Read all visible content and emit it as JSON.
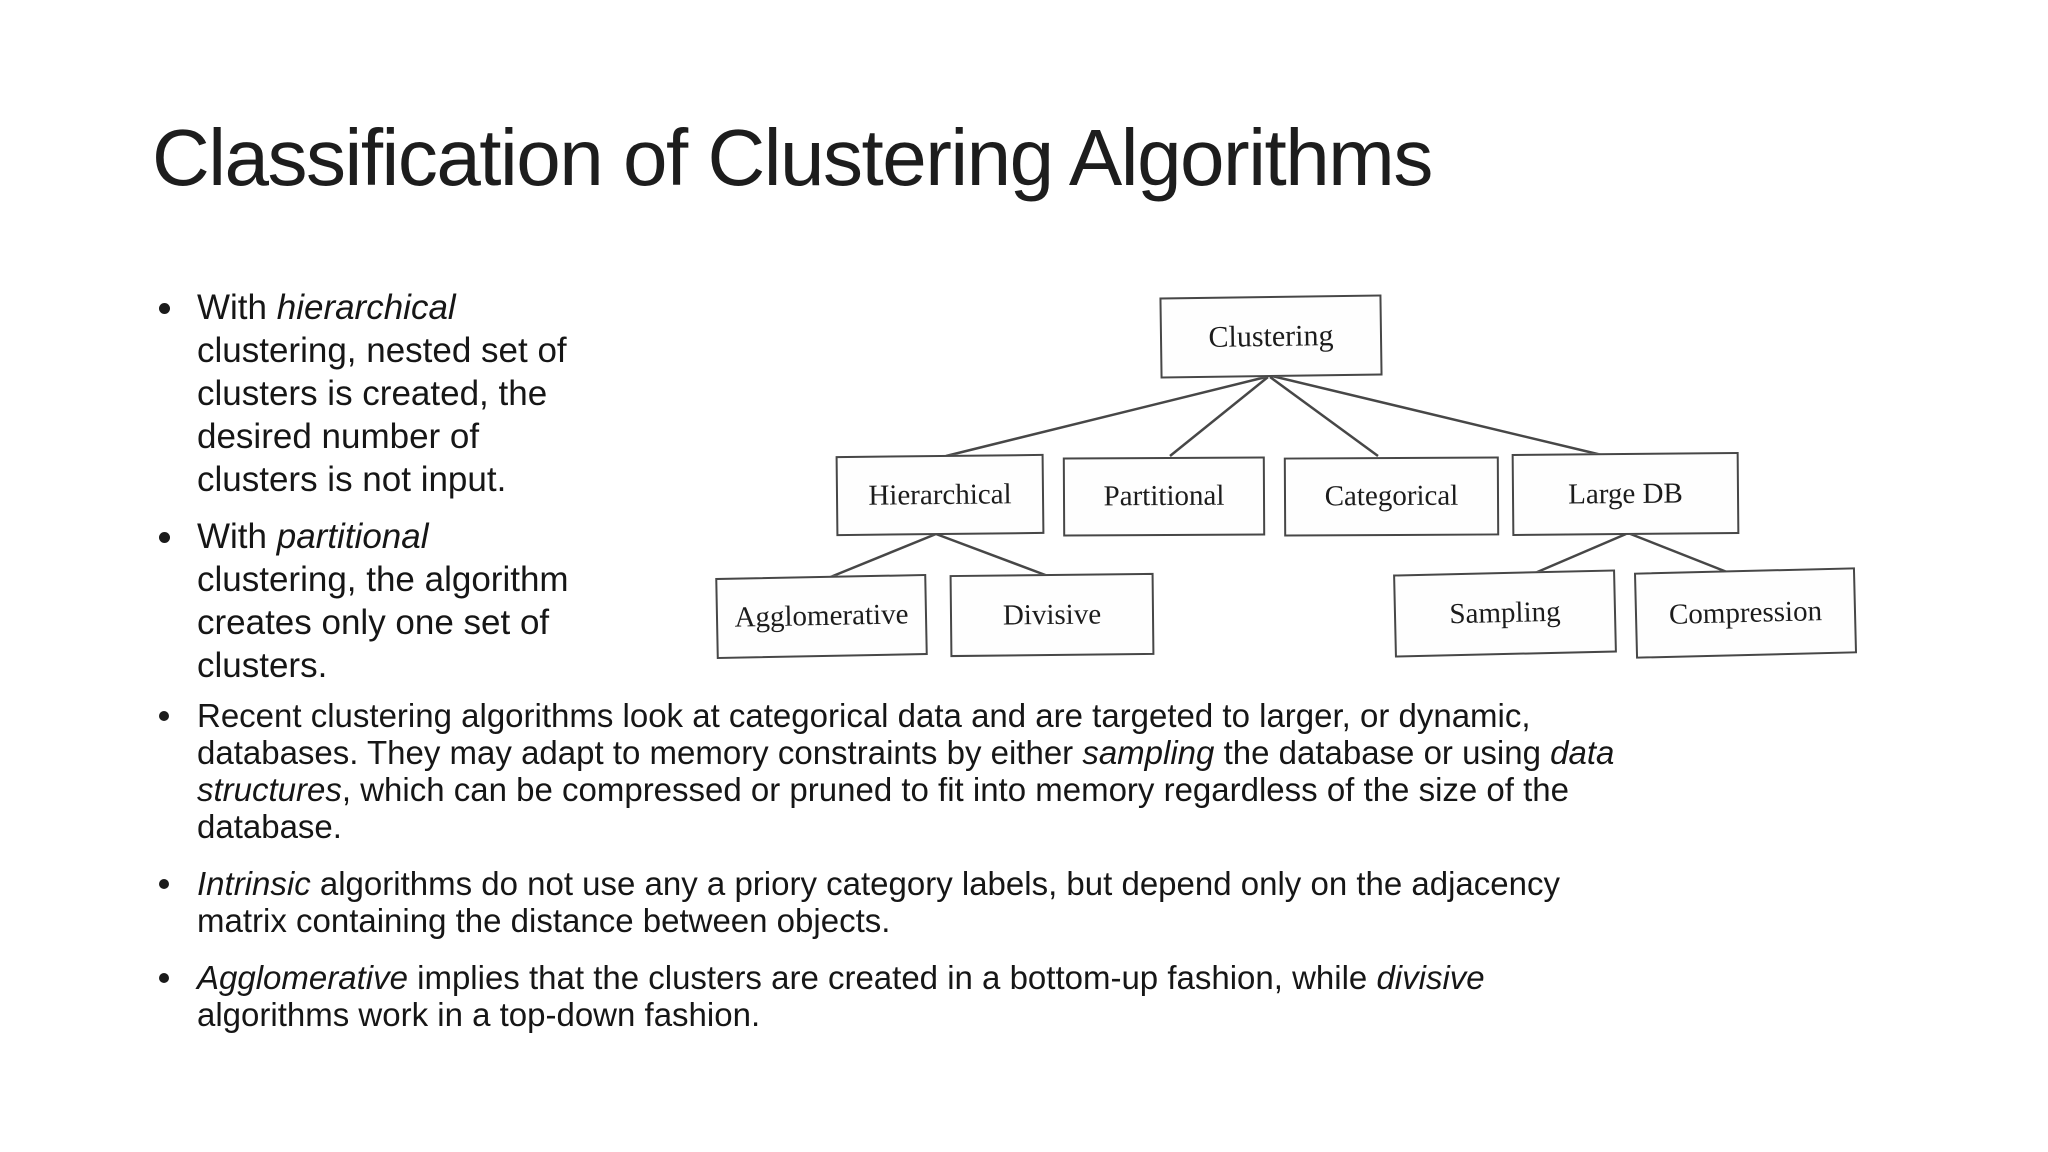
{
  "slide": {
    "title": "Classification of Clustering Algorithms"
  },
  "bullets_left": [
    {
      "lines": [
        [
          {
            "t": "With ",
            "i": false
          },
          {
            "t": "hierarchical",
            "i": true
          }
        ],
        [
          {
            "t": "clustering, nested set of",
            "i": false
          }
        ],
        [
          {
            "t": "clusters is created, the",
            "i": false
          }
        ],
        [
          {
            "t": "desired number of",
            "i": false
          }
        ],
        [
          {
            "t": "clusters is not input.",
            "i": false
          }
        ]
      ]
    },
    {
      "lines": [
        [
          {
            "t": "With ",
            "i": false
          },
          {
            "t": "partitional",
            "i": true
          }
        ],
        [
          {
            "t": "clustering, the algorithm",
            "i": false
          }
        ],
        [
          {
            "t": "creates only one set of",
            "i": false
          }
        ],
        [
          {
            "t": "clusters.",
            "i": false
          }
        ]
      ]
    }
  ],
  "bullets_bottom": [
    {
      "lines": [
        [
          {
            "t": "Recent clustering algorithms look at categorical data and are targeted to larger, or dynamic,",
            "i": false
          }
        ],
        [
          {
            "t": "databases. They may adapt to memory constraints by either ",
            "i": false
          },
          {
            "t": "sampling",
            "i": true
          },
          {
            "t": " the database or using ",
            "i": false
          },
          {
            "t": "data",
            "i": true
          }
        ],
        [
          {
            "t": "structures",
            "i": true
          },
          {
            "t": ", which can be compressed or pruned to fit into memory regardless of the size of the",
            "i": false
          }
        ],
        [
          {
            "t": "database.",
            "i": false
          }
        ]
      ]
    },
    {
      "lines": [
        [
          {
            "t": "Intrinsic",
            "i": true
          },
          {
            "t": " algorithms do not use any a priory category labels, but depend only on the adjacency",
            "i": false
          }
        ],
        [
          {
            "t": "matrix containing the distance between objects.",
            "i": false
          }
        ]
      ]
    },
    {
      "lines": [
        [
          {
            "t": "Agglomerative",
            "i": true
          },
          {
            "t": " implies that the clusters are created in a bottom-up fashion, while ",
            "i": false
          },
          {
            "t": "divisive",
            "i": true
          }
        ],
        [
          {
            "t": "algorithms work in a top-down fashion.",
            "i": false
          }
        ]
      ]
    }
  ],
  "diagram": {
    "nodes": {
      "clustering": "Clustering",
      "hierarchical": "Hierarchical",
      "partitional": "Partitional",
      "categorical": "Categorical",
      "large_db": "Large DB",
      "agglomerative": "Agglomerative",
      "divisive": "Divisive",
      "sampling": "Sampling",
      "compression": "Compression"
    }
  },
  "colors": {
    "background": "#ffffff",
    "text": "#161616",
    "diagram_line": "#474747"
  }
}
